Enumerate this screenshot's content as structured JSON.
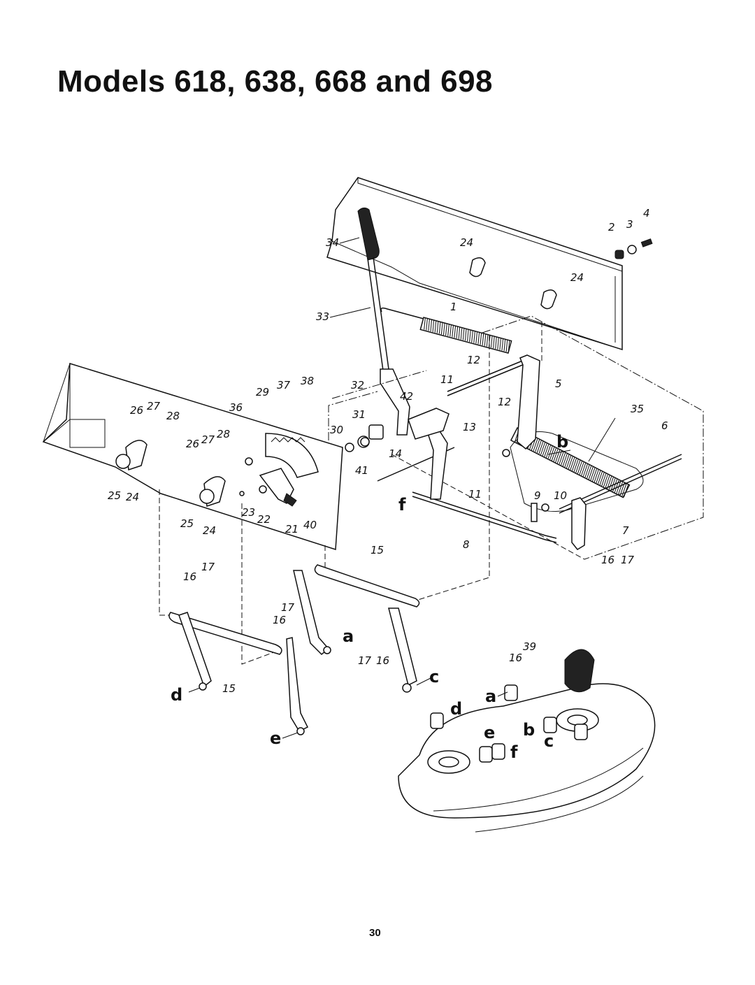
{
  "title": "Models 618, 638, 668 and 698",
  "page_number": "30",
  "part_labels": [
    "34",
    "2",
    "3",
    "4",
    "24",
    "24",
    "33",
    "1",
    "12",
    "11",
    "5",
    "12",
    "13",
    "35",
    "6",
    "32",
    "42",
    "31",
    "30",
    "14",
    "41",
    "11",
    "9",
    "10",
    "7",
    "16",
    "17",
    "8",
    "15",
    "29",
    "37",
    "38",
    "36",
    "26",
    "27",
    "28",
    "28",
    "26",
    "27",
    "25",
    "24",
    "23",
    "22",
    "21",
    "40",
    "25",
    "24",
    "16",
    "17",
    "17",
    "16",
    "17",
    "16",
    "15",
    "39",
    "16"
  ],
  "connection_letters": [
    "b",
    "f",
    "a",
    "c",
    "d",
    "e",
    "a",
    "d",
    "e",
    "b",
    "f",
    "c"
  ]
}
